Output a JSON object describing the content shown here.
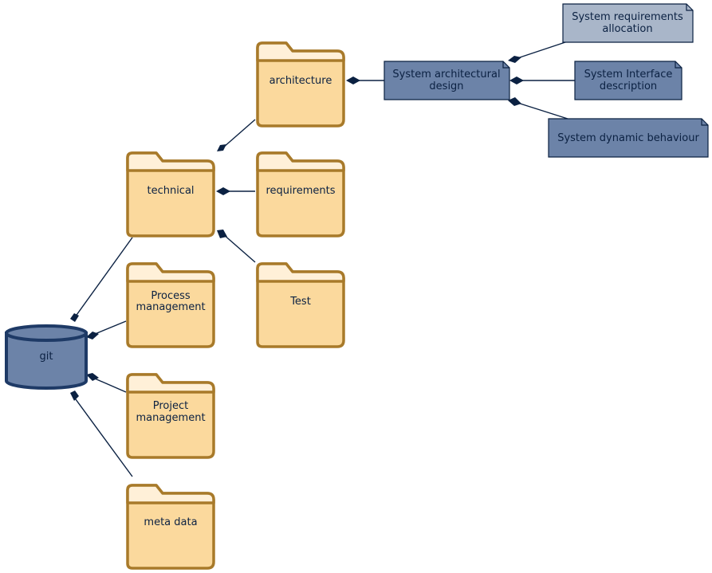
{
  "colors": {
    "folder_fill": "#fbd99d",
    "folder_tab_fill": "#fff0d8",
    "folder_stroke": "#a87a2a",
    "db_fill": "#6c83a8",
    "db_stroke": "#1e3a66",
    "note_fill": "#6c83a8",
    "note_light_fill": "#a9b6c9",
    "note_stroke": "#0b2142",
    "text": "#0b2142"
  },
  "repository": {
    "label": "git",
    "icon": "database-icon"
  },
  "folders": {
    "technical": "technical",
    "process_management": [
      "Process",
      "management"
    ],
    "project_management": [
      "Project",
      "management"
    ],
    "meta_data": "meta data",
    "architecture": "architecture",
    "requirements": "requirements",
    "test": "Test"
  },
  "documents": {
    "system_architectural_design": [
      "System architectural",
      "design"
    ],
    "system_requirements_allocation": [
      "System requirements",
      "allocation"
    ],
    "system_interface_description": [
      "System Interface",
      "description"
    ],
    "system_dynamic_behaviour": "System dynamic behaviour"
  }
}
